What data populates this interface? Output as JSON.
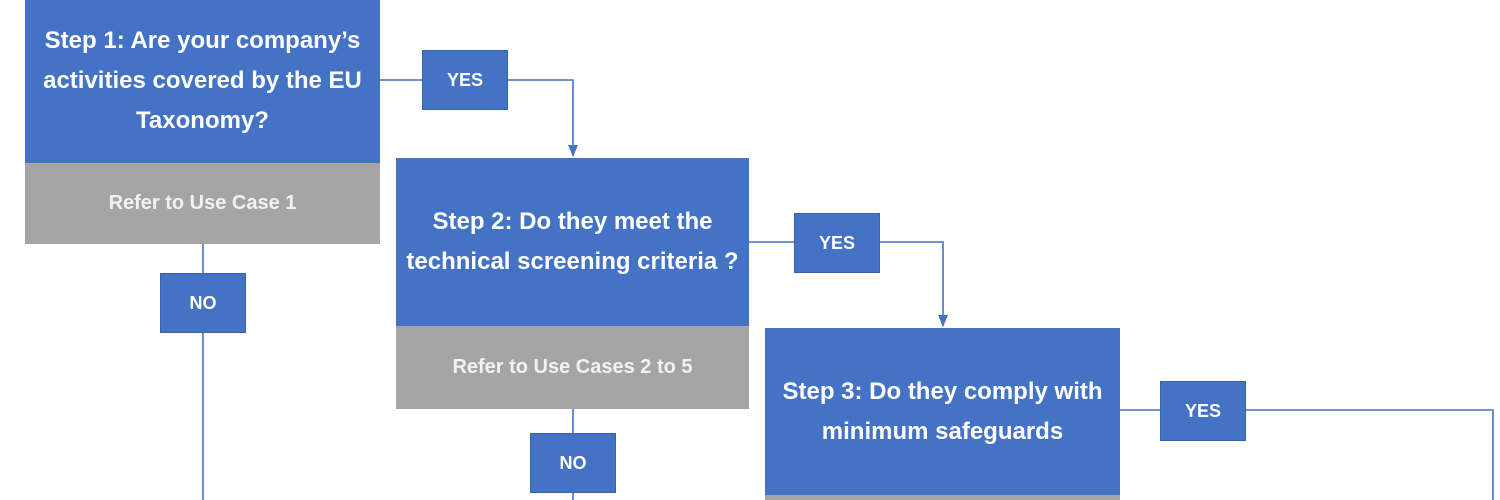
{
  "steps": [
    {
      "title": "Step 1: Are your company’s activities covered by the EU Taxonomy?",
      "reference": "Refer to Use Case 1"
    },
    {
      "title": "Step 2: Do they meet the technical screening criteria ?",
      "reference": "Refer to Use Cases 2 to 5"
    },
    {
      "title": "Step 3: Do they comply with minimum safeguards",
      "reference": ""
    }
  ],
  "labels": {
    "yes": "YES",
    "no": "NO"
  },
  "colors": {
    "step_fill": "#4472c4",
    "reference_fill": "#a5a5a5",
    "connector": "#4472c4",
    "text": "#ffffff"
  }
}
